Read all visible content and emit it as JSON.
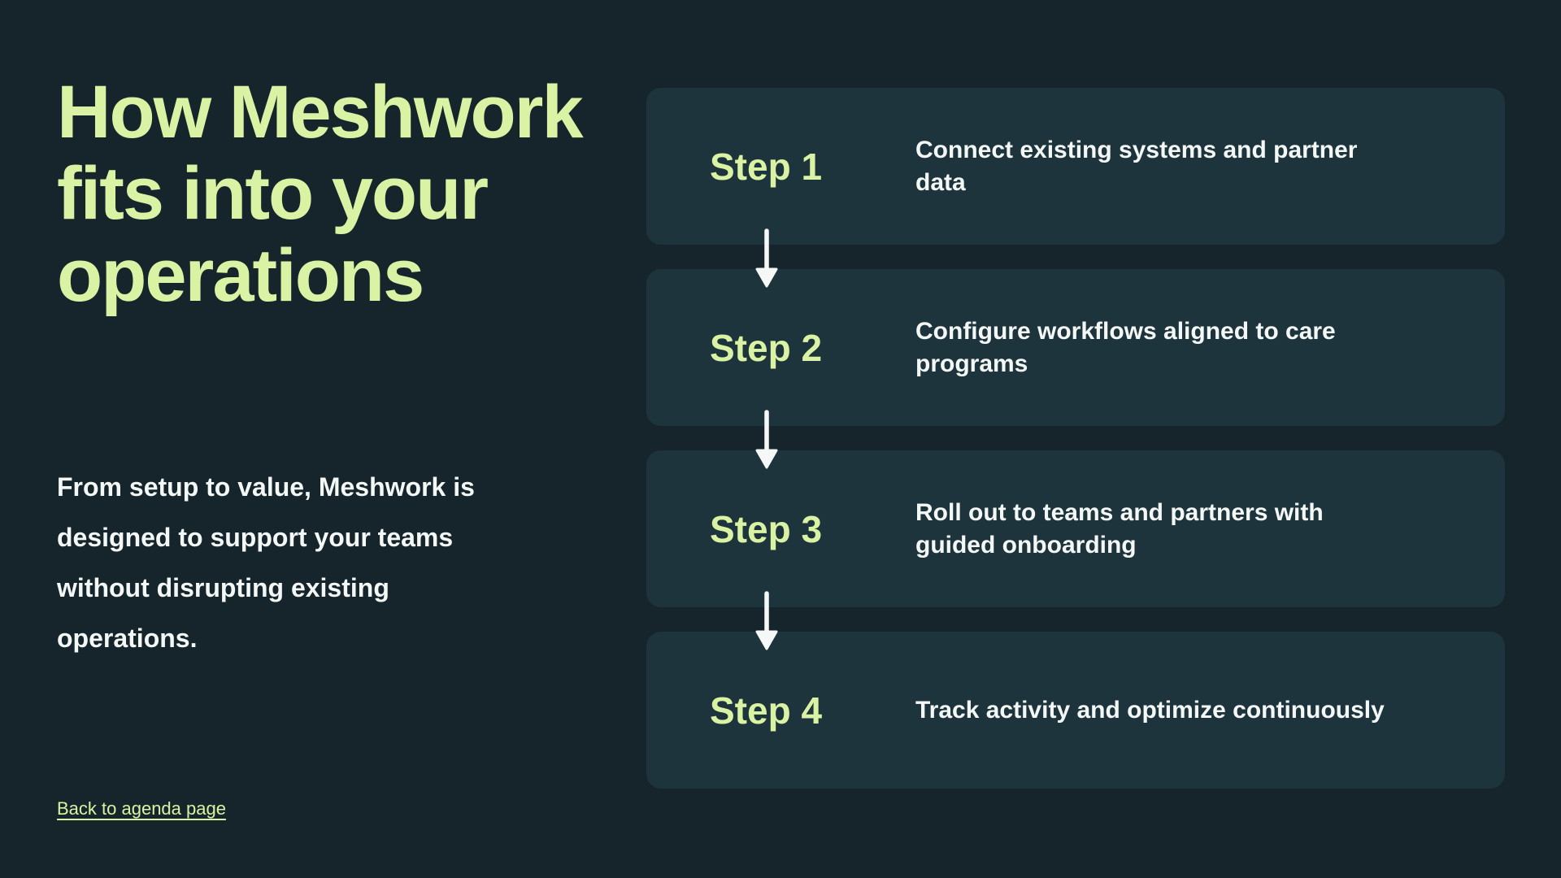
{
  "theme": {
    "background_color": "#16252b",
    "card_color": "#1e343c",
    "accent_color": "#d9f2a4",
    "text_color": "#f3f7f5",
    "arrow_color": "#f5f8f6"
  },
  "left": {
    "title": "How Meshwork fits into your operations",
    "paragraph": "From setup to value, Meshwork is designed to support your teams without disrupting existing operations.",
    "back_link_label": "Back to agenda page"
  },
  "steps": [
    {
      "label": "Step 1",
      "description": "Connect existing systems and partner data"
    },
    {
      "label": "Step 2",
      "description": "Configure workflows aligned to care programs"
    },
    {
      "label": "Step 3",
      "description": "Roll out to teams and partners with guided onboarding"
    },
    {
      "label": "Step 4",
      "description": "Track activity and optimize continuously"
    }
  ]
}
